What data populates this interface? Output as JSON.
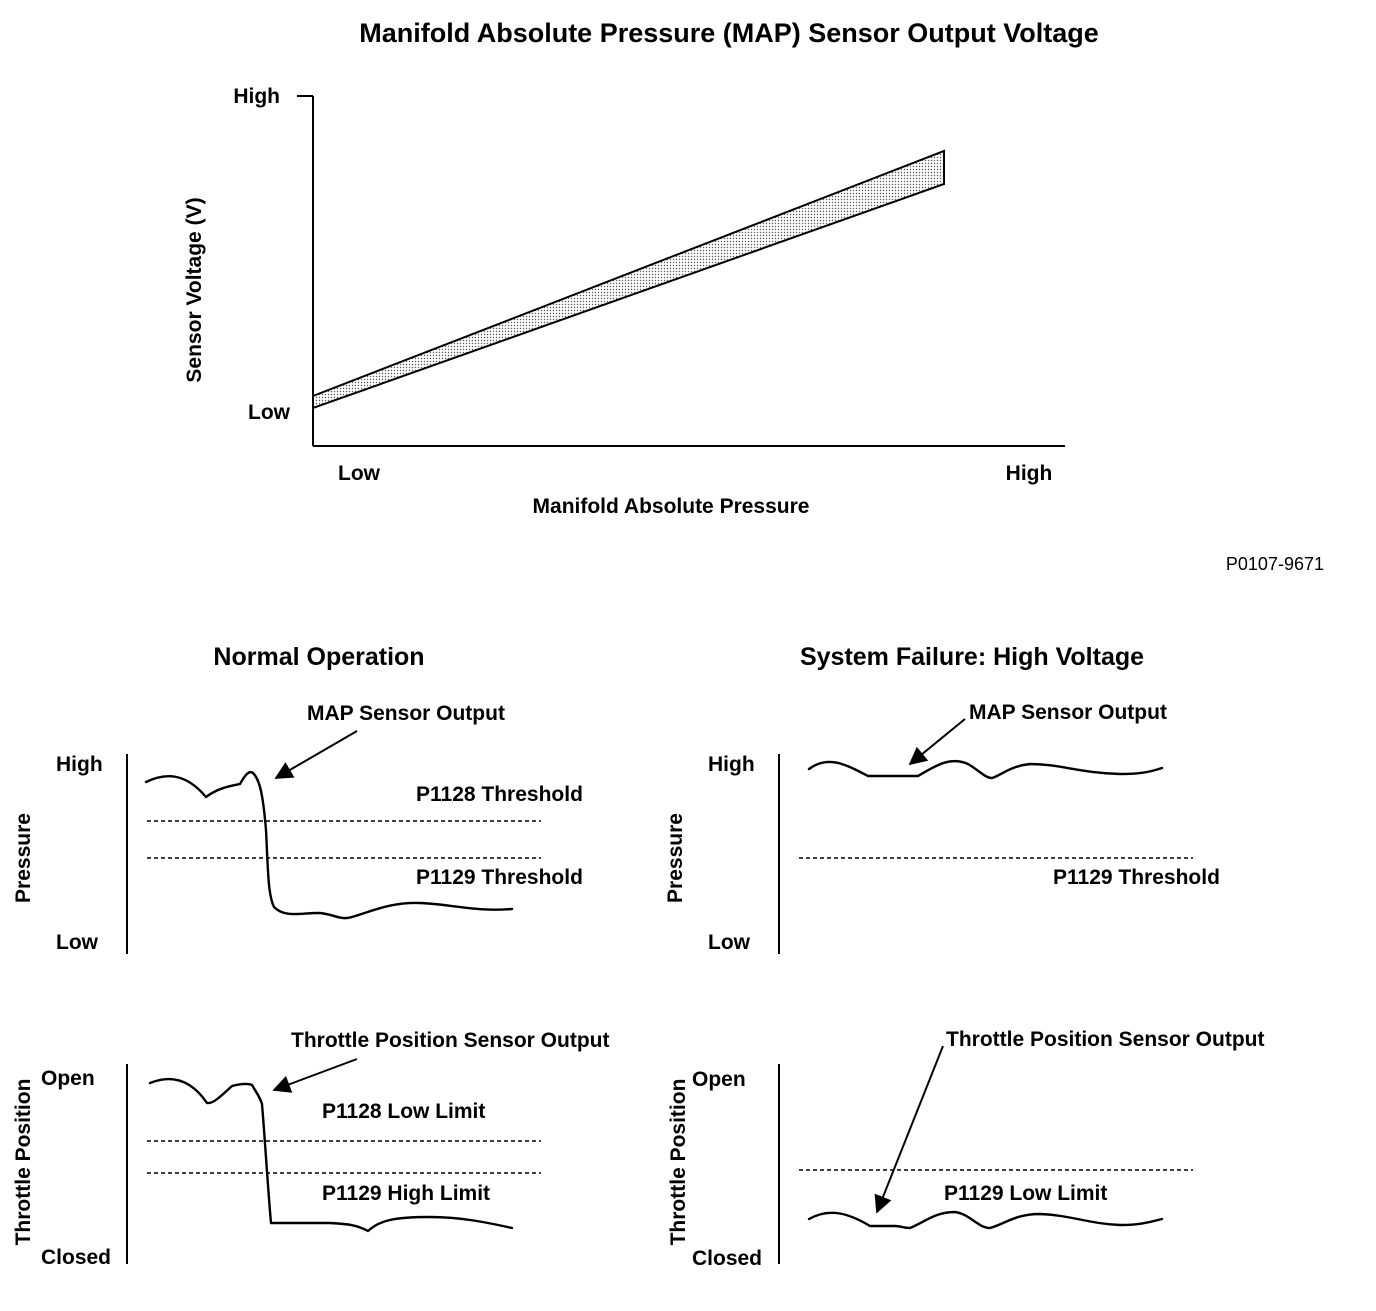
{
  "top_chart": {
    "title": "Manifold Absolute Pressure (MAP) Sensor Output Voltage",
    "y_label": "Sensor Voltage (V)",
    "y_high": "High",
    "y_low": "Low",
    "x_label": "Manifold Absolute Pressure",
    "x_low": "Low",
    "x_high": "High",
    "figure_code": "P0107-9671"
  },
  "normal": {
    "title": "Normal Operation",
    "pressure": {
      "axis_label": "Pressure",
      "high": "High",
      "low": "Low",
      "callout": "MAP Sensor Output",
      "threshold_1": "P1128 Threshold",
      "threshold_2": "P1129 Threshold"
    },
    "throttle": {
      "axis_label": "Throttle Position",
      "open": "Open",
      "closed": "Closed",
      "callout": "Throttle Position Sensor Output",
      "limit_1": "P1128 Low Limit",
      "limit_2": "P1129 High Limit"
    }
  },
  "failure": {
    "title": "System Failure: High Voltage",
    "pressure": {
      "axis_label": "Pressure",
      "high": "High",
      "low": "Low",
      "callout": "MAP Sensor Output",
      "threshold": "P1129 Threshold"
    },
    "throttle": {
      "axis_label": "Throttle Position",
      "open": "Open",
      "closed": "Closed",
      "callout": "Throttle Position Sensor Output",
      "limit": "P1129 Low Limit"
    }
  }
}
